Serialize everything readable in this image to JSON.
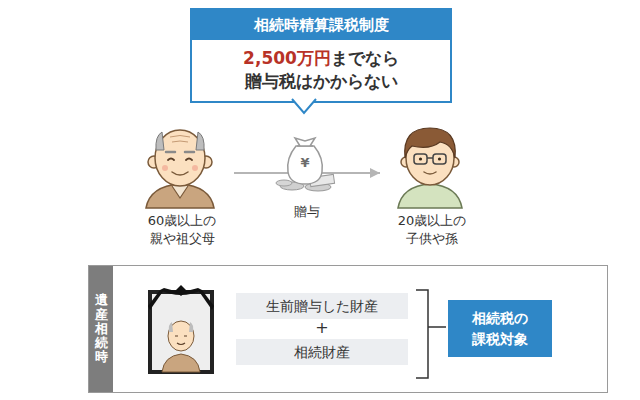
{
  "diagram": {
    "nodes": [
      {
        "text": [
          "相続時精算課税制度",
          "2,500万円",
          "までなら",
          "贈与税はかからない"
        ]
      },
      {
        "text": [
          "60歳以上の 親や祖父母"
        ]
      },
      {
        "text": [
          "20歳以上の 子供や孫"
        ]
      },
      {
        "text": [
          "遺産相続時"
        ]
      },
      {
        "text": [
          "生前贈与した財産"
        ],
        "in": 3
      },
      {
        "text": [
          "相続財産"
        ],
        "in": 3
      },
      {
        "text": [
          "相続税の 課税対象"
        ],
        "in": 3
      }
    ],
    "edges": [
      {
        "from": 1,
        "to": 2,
        "arrow": "to",
        "label": "贈与"
      }
    ],
    "labels": [
      "¥",
      "+"
    ]
  }
}
